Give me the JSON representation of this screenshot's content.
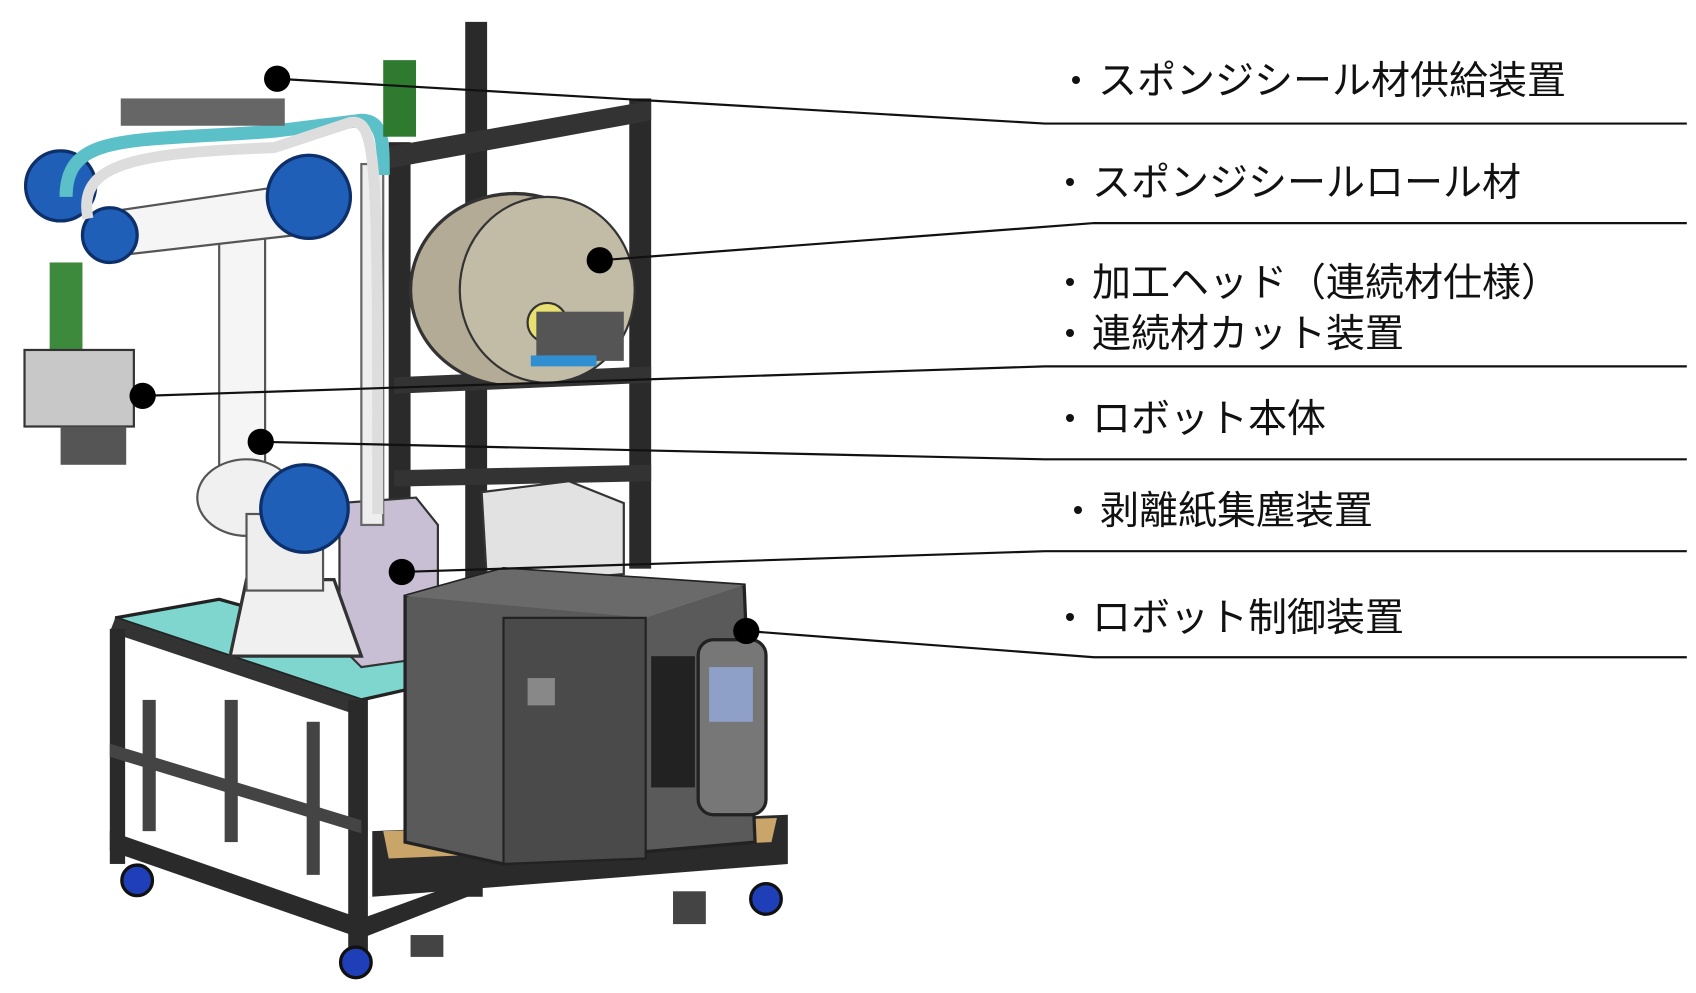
{
  "title": "Sponge seal robot system component diagram",
  "labels": [
    {
      "id": "sponge-seal-supply",
      "lines": [
        "スポンジシール材供給装置"
      ]
    },
    {
      "id": "sponge-seal-roll",
      "lines": [
        "スポンジシールロール材"
      ]
    },
    {
      "id": "processing-head",
      "lines": [
        "加工ヘッド（連続材仕様）",
        "連続材カット装置"
      ]
    },
    {
      "id": "robot-body",
      "lines": [
        "ロボット本体"
      ]
    },
    {
      "id": "release-paper-dust-collector",
      "lines": [
        "剥離紙集塵装置"
      ]
    },
    {
      "id": "robot-controller",
      "lines": [
        "ロボット制御装置"
      ]
    }
  ],
  "colors": {
    "robot_blue": "#1f5fb8",
    "table_top": "#7fd6cf",
    "frame": "#2a2a2a",
    "roll": "#b3ab95",
    "controller": "#555555"
  }
}
